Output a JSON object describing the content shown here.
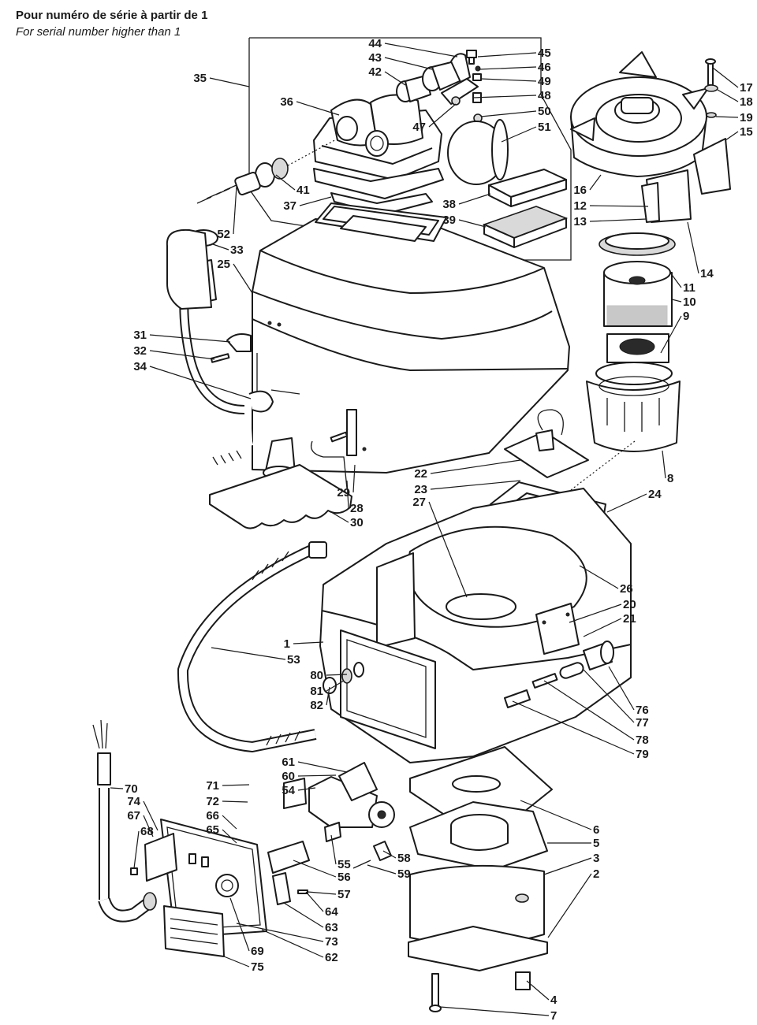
{
  "header": {
    "title_fr": "Pour numéro de série à partir de 1",
    "title_en": "For serial number higher than 1"
  },
  "callouts": [
    "1",
    "2",
    "3",
    "4",
    "5",
    "6",
    "7",
    "8",
    "9",
    "10",
    "11",
    "12",
    "13",
    "14",
    "15",
    "16",
    "17",
    "18",
    "19",
    "20",
    "21",
    "22",
    "23",
    "24",
    "25",
    "26",
    "27",
    "28",
    "29",
    "30",
    "31",
    "32",
    "33",
    "34",
    "35",
    "36",
    "37",
    "38",
    "39",
    "41",
    "42",
    "43",
    "44",
    "45",
    "46",
    "47",
    "48",
    "49",
    "50",
    "51",
    "52",
    "53",
    "54",
    "55",
    "56",
    "57",
    "58",
    "59",
    "60",
    "61",
    "62",
    "63",
    "64",
    "65",
    "66",
    "67",
    "68",
    "69",
    "70",
    "71",
    "72",
    "73",
    "74",
    "75",
    "76",
    "77",
    "78",
    "79",
    "80",
    "81",
    "82"
  ]
}
